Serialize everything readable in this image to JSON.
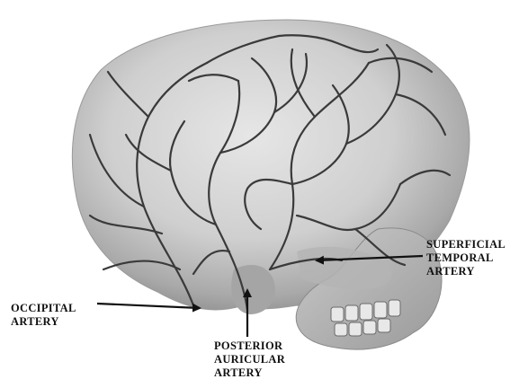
{
  "labels": {
    "occipital": [
      "OCCIPITAL",
      "ARTERY"
    ],
    "posterior_auricular": [
      "POSTERIOR",
      "AURICULAR",
      "ARTERY"
    ],
    "superficial_temporal": [
      "SUPERFICIAL",
      "TEMPORAL",
      "ARTERY"
    ]
  },
  "colors": {
    "skull_light": "#dcdcdc",
    "skull_mid": "#b8b8b8",
    "skull_dark": "#7a7a7a",
    "vessel": "#3a3a3a",
    "arrow": "#111111",
    "label": "#111111",
    "background": "#ffffff"
  }
}
